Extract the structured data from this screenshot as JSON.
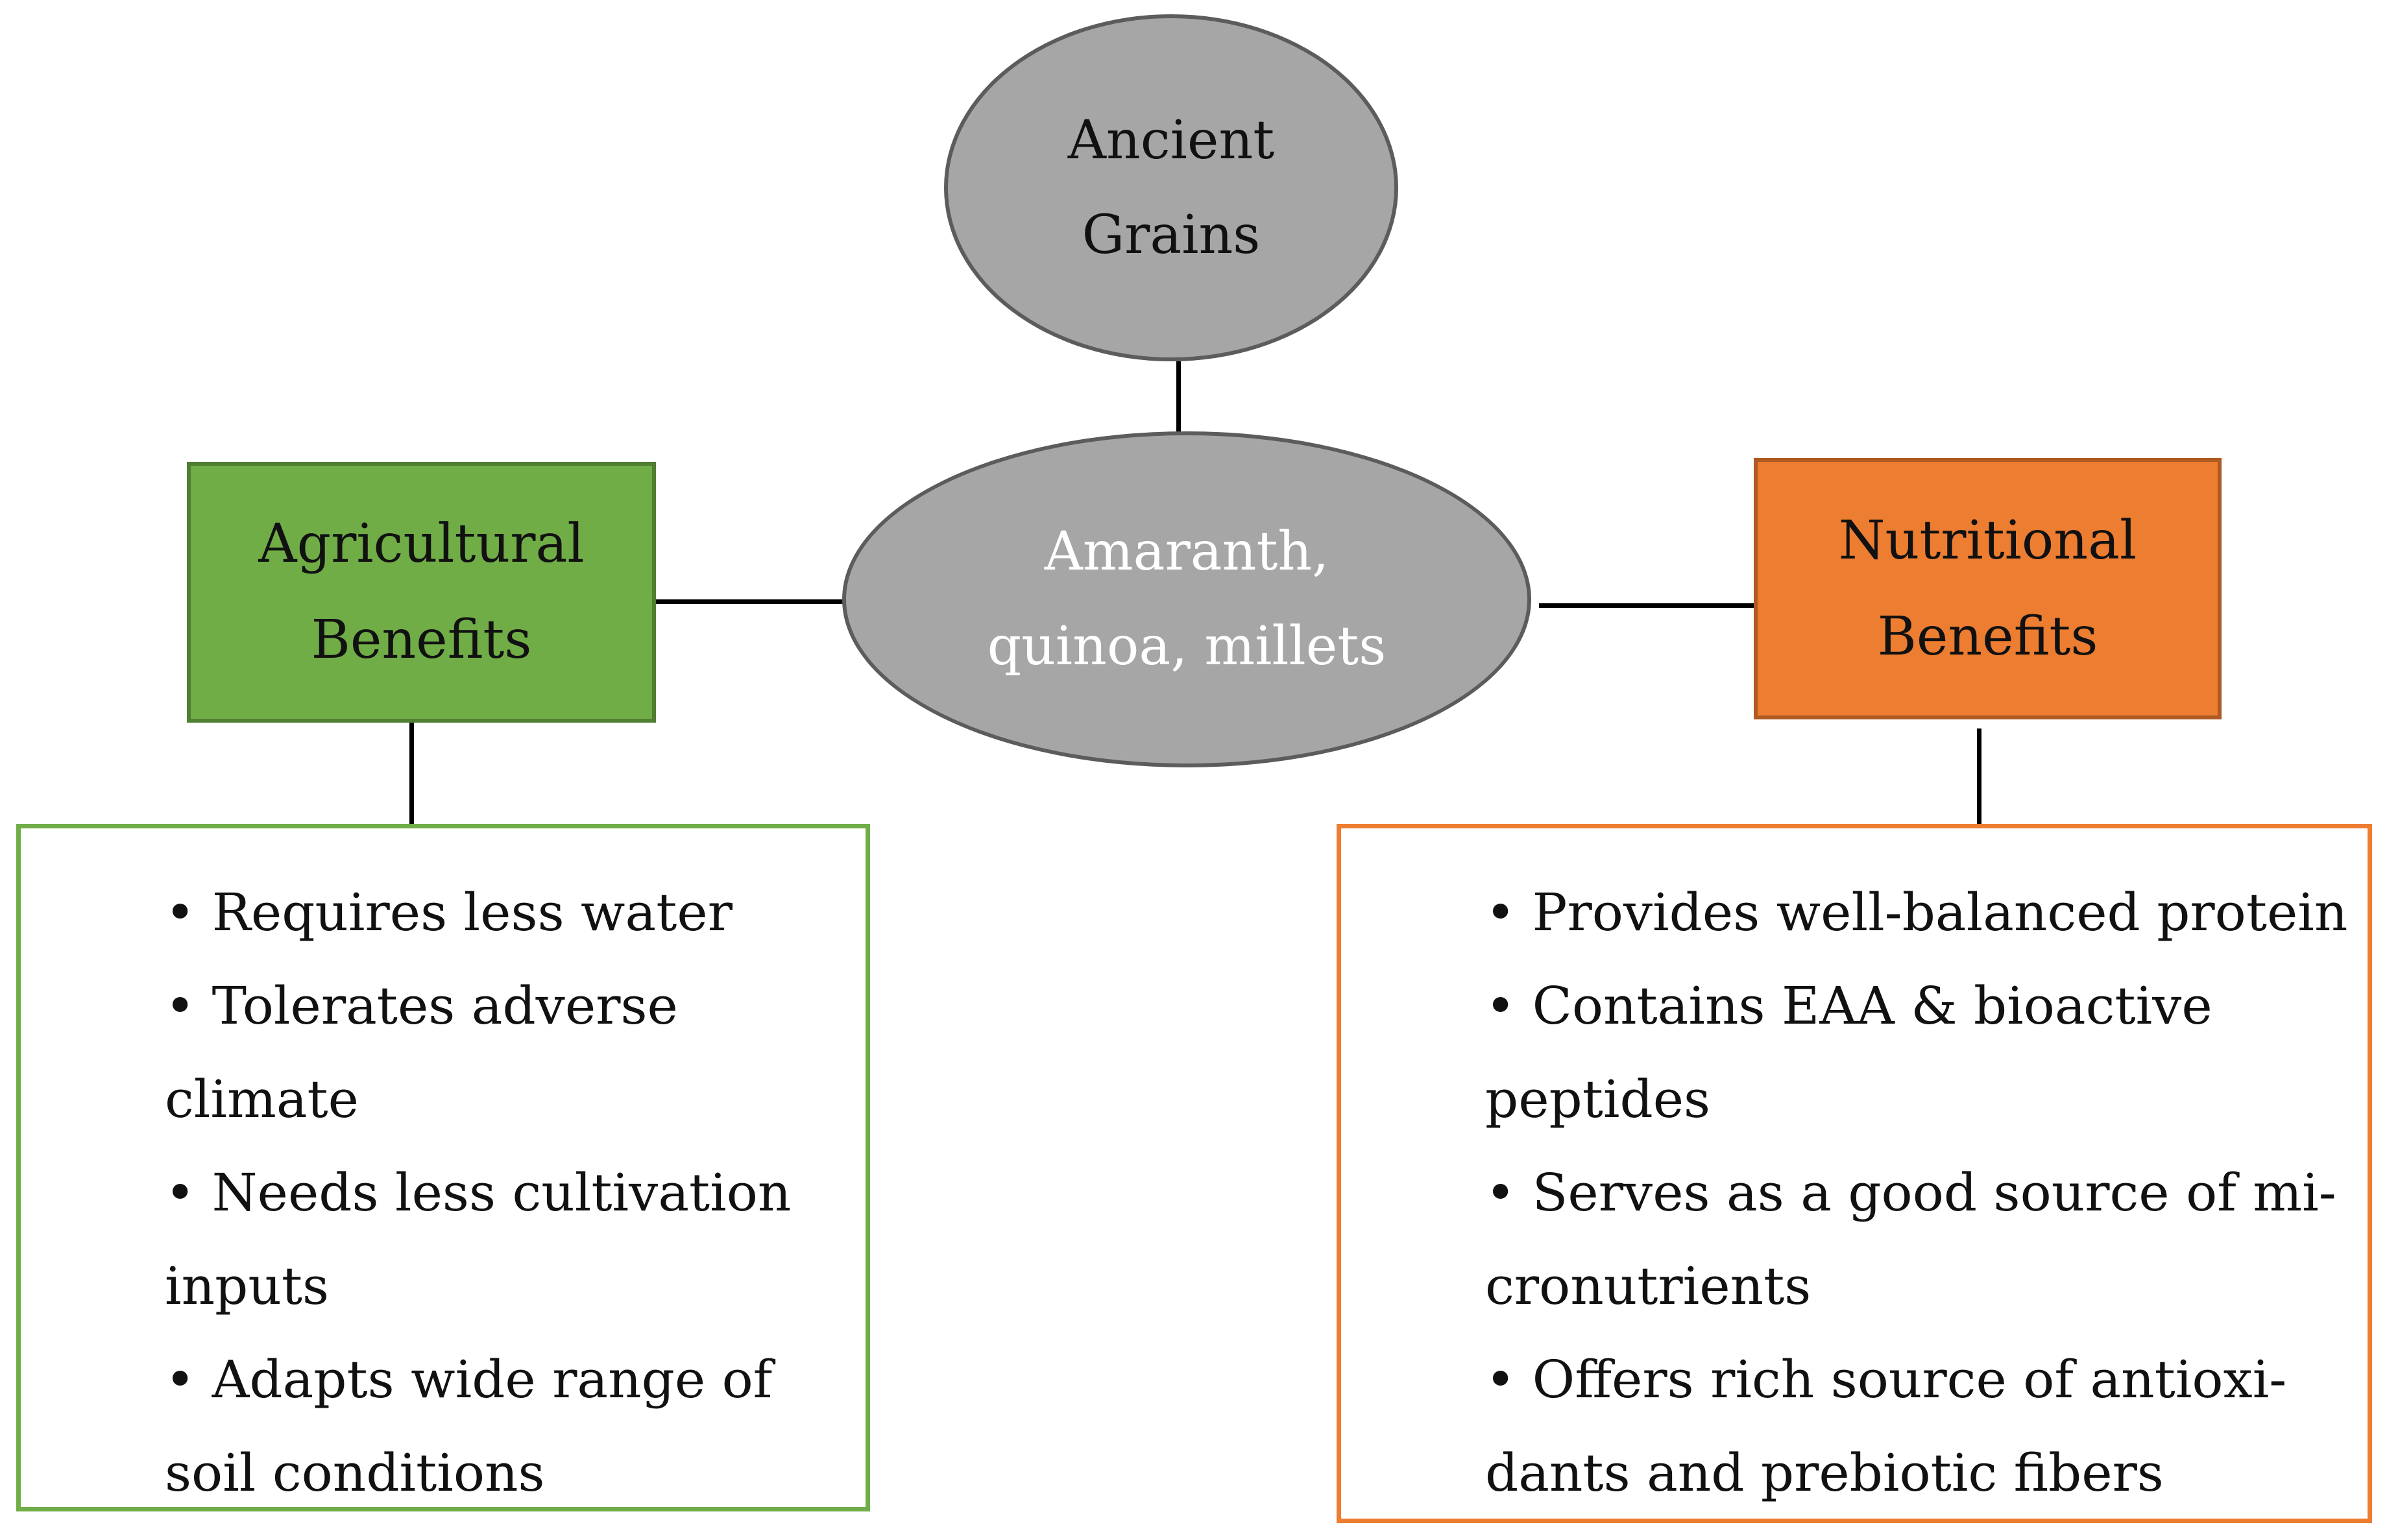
{
  "diagram": {
    "top_node": {
      "label_line1": "Ancient",
      "label_line2": "Grains"
    },
    "center_node": {
      "label_line1": "Amaranth,",
      "label_line2": "quinoa, millets"
    },
    "agricultural": {
      "label_line1": "Agricultural",
      "label_line2": "Benefits",
      "items": [
        "• Requires less water",
        "• Tolerates adverse climate",
        "• Needs less cultivation inputs",
        "• Adapts wide range of soil conditions"
      ]
    },
    "nutritional": {
      "label_line1": "Nutritional",
      "label_line2": "Benefits",
      "items": [
        "• Provides well-balanced protein",
        "• Contains EAA & bioactive peptides",
        "• Serves as a good source of mi-cronutrients",
        "• Offers rich source of antioxi-dants and prebiotic fibers"
      ]
    },
    "colors": {
      "node_fill": "#a6a6a6",
      "agricultural_fill": "#70ad47",
      "nutritional_fill": "#ed7d31"
    }
  }
}
